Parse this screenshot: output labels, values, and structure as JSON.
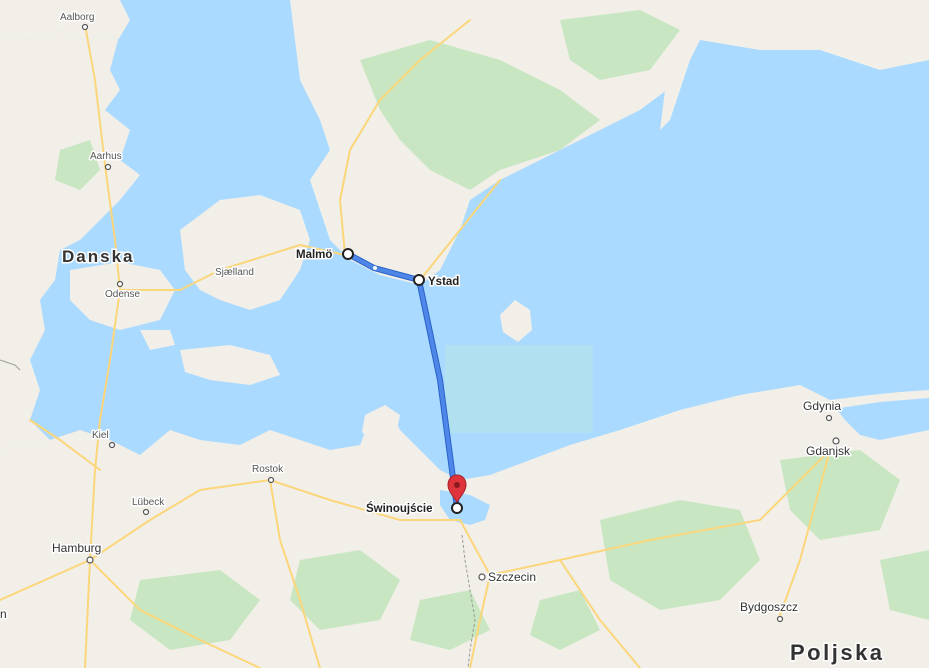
{
  "map": {
    "colors": {
      "water": "#aadaff",
      "land": "#f2efe9",
      "forest": "#c8e6c1",
      "road": "#fbd67a",
      "route": "#4f87e8",
      "pin": "#e0343d"
    },
    "countries": [
      {
        "id": "denmark",
        "label": "Danska"
      },
      {
        "id": "poland",
        "label": "Poljska"
      }
    ],
    "cities": [
      {
        "id": "aalborg",
        "label": "Aalborg"
      },
      {
        "id": "aarhus",
        "label": "Aarhus"
      },
      {
        "id": "odense",
        "label": "Odense"
      },
      {
        "id": "sjaelland",
        "label": "Sjælland"
      },
      {
        "id": "kiel",
        "label": "Kiel"
      },
      {
        "id": "lubeck",
        "label": "Lübeck"
      },
      {
        "id": "hamburg",
        "label": "Hamburg"
      },
      {
        "id": "rostok",
        "label": "Rostok"
      },
      {
        "id": "szczecin",
        "label": "Szczecin"
      },
      {
        "id": "gdynia",
        "label": "Gdynia"
      },
      {
        "id": "gdansk",
        "label": "Gdanjsk"
      },
      {
        "id": "bydgoszcz",
        "label": "Bydgoszcz"
      },
      {
        "id": "edge_n",
        "label": "n"
      }
    ],
    "route": {
      "stops": [
        {
          "id": "malmo",
          "label": "Malmö"
        },
        {
          "id": "ystad",
          "label": "Ystad"
        },
        {
          "id": "swinoujscie",
          "label": "Świnoujście"
        }
      ]
    }
  }
}
